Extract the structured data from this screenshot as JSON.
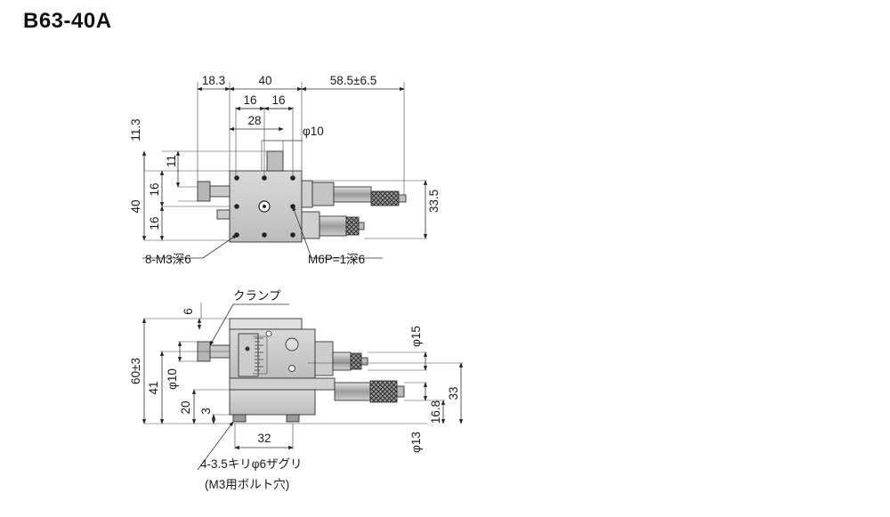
{
  "title": "B63-40A",
  "top_view": {
    "dims": {
      "d18_3": "18.3",
      "d40_top": "40",
      "d58_5": "58.5±6.5",
      "d16_a": "16",
      "d16_b": "16",
      "d28": "28",
      "phi10": "φ10",
      "d11_3": "11.3",
      "d11": "11",
      "d16_c": "16",
      "d16_d": "16",
      "d40_left": "40",
      "d33_5": "33.5"
    },
    "labels": {
      "tapped_holes": "8-M3深6",
      "center_hole": "M6P=1深6"
    }
  },
  "side_view": {
    "dims": {
      "d6": "6",
      "phi15": "φ15",
      "d60": "60±3",
      "d41": "41",
      "phi10": "φ10",
      "d20": "20",
      "d3": "3",
      "d32": "32",
      "d16_8": "16.8",
      "d33": "33",
      "phi13": "φ13"
    },
    "labels": {
      "clamp": "クランプ",
      "mount_holes": "4-3.5キリφ6ザグリ",
      "mount_holes_note": "(M3用ボルト穴)"
    }
  }
}
